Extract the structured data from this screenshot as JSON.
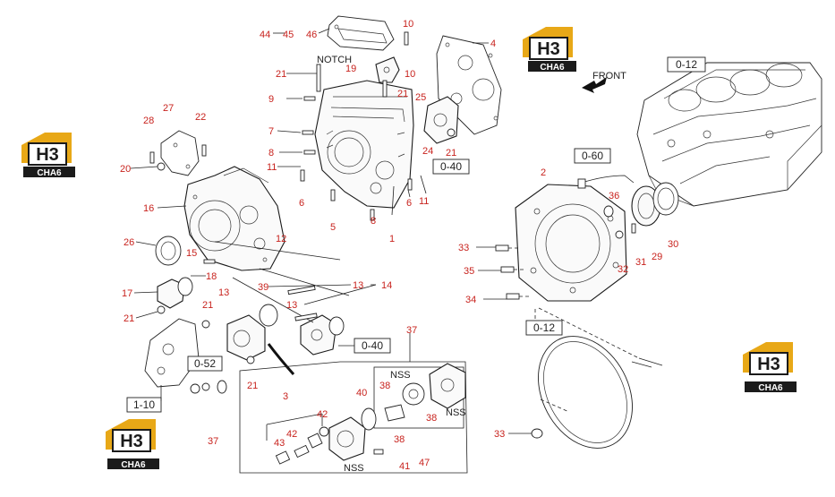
{
  "brand": {
    "logo_mark": "H3",
    "logo_name": "CHA6",
    "color_gold": "#e8a817",
    "color_dark": "#1b1b1b"
  },
  "labels": {
    "notch": "NOTCH",
    "front": "FRONT",
    "nss": "NSS"
  },
  "refs": {
    "r040a": "0-40",
    "r040b": "0-40",
    "r012a": "0-12",
    "r012b": "0-12",
    "r060": "0-60",
    "r052": "0-52",
    "r110": "1-10"
  },
  "parts": {
    "p1": "1",
    "p2": "2",
    "p3": "3",
    "p4": "4",
    "p5": "5",
    "p6a": "6",
    "p6b": "6",
    "p7": "7",
    "p8a": "8",
    "p8b": "8",
    "p9": "9",
    "p10a": "10",
    "p10b": "10",
    "p11a": "11",
    "p11b": "11",
    "p12": "12",
    "p13a": "13",
    "p13b": "13",
    "p13c": "13",
    "p14": "14",
    "p15": "15",
    "p16": "16",
    "p17": "17",
    "p18": "18",
    "p19": "19",
    "p20": "20",
    "p21a": "21",
    "p21b": "21",
    "p21c": "21",
    "p21d": "21",
    "p21e": "21",
    "p21f": "21",
    "p22": "22",
    "p24": "24",
    "p25": "25",
    "p26": "26",
    "p27": "27",
    "p28": "28",
    "p29": "29",
    "p30": "30",
    "p31": "31",
    "p32": "32",
    "p33a": "33",
    "p33b": "33",
    "p34": "34",
    "p35": "35",
    "p36": "36",
    "p37a": "37",
    "p37b": "37",
    "p38a": "38",
    "p38b": "38",
    "p38c": "38",
    "p39": "39",
    "p40": "40",
    "p41": "41",
    "p42a": "42",
    "p42b": "42",
    "p43": "43",
    "p44": "44",
    "p45": "45",
    "p46": "46",
    "p47": "47"
  }
}
